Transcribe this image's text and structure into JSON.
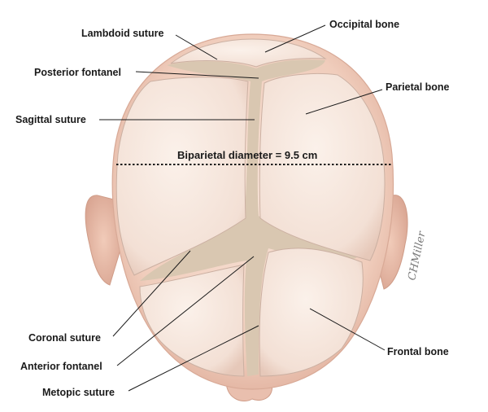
{
  "figure": {
    "labels": {
      "lambdoid_suture": "Lambdoid suture",
      "occipital_bone": "Occipital bone",
      "posterior_fontanel": "Posterior fontanel",
      "parietal_bone": "Parietal bone",
      "sagittal_suture": "Sagittal suture",
      "biparietal_diameter": "Biparietal diameter = 9.5 cm",
      "coronal_suture": "Coronal suture",
      "anterior_fontanel": "Anterior fontanel",
      "metopic_suture": "Metopic suture",
      "frontal_bone": "Frontal bone"
    },
    "signature": "CHMiller",
    "colors": {
      "skin": "#f4d4c4",
      "skin_shadow": "#e2b3a0",
      "bone": "#f6e7de",
      "bone_edge": "#c9a898",
      "suture": "#d8c6b0",
      "leader_line": "#1a1a1a"
    }
  }
}
